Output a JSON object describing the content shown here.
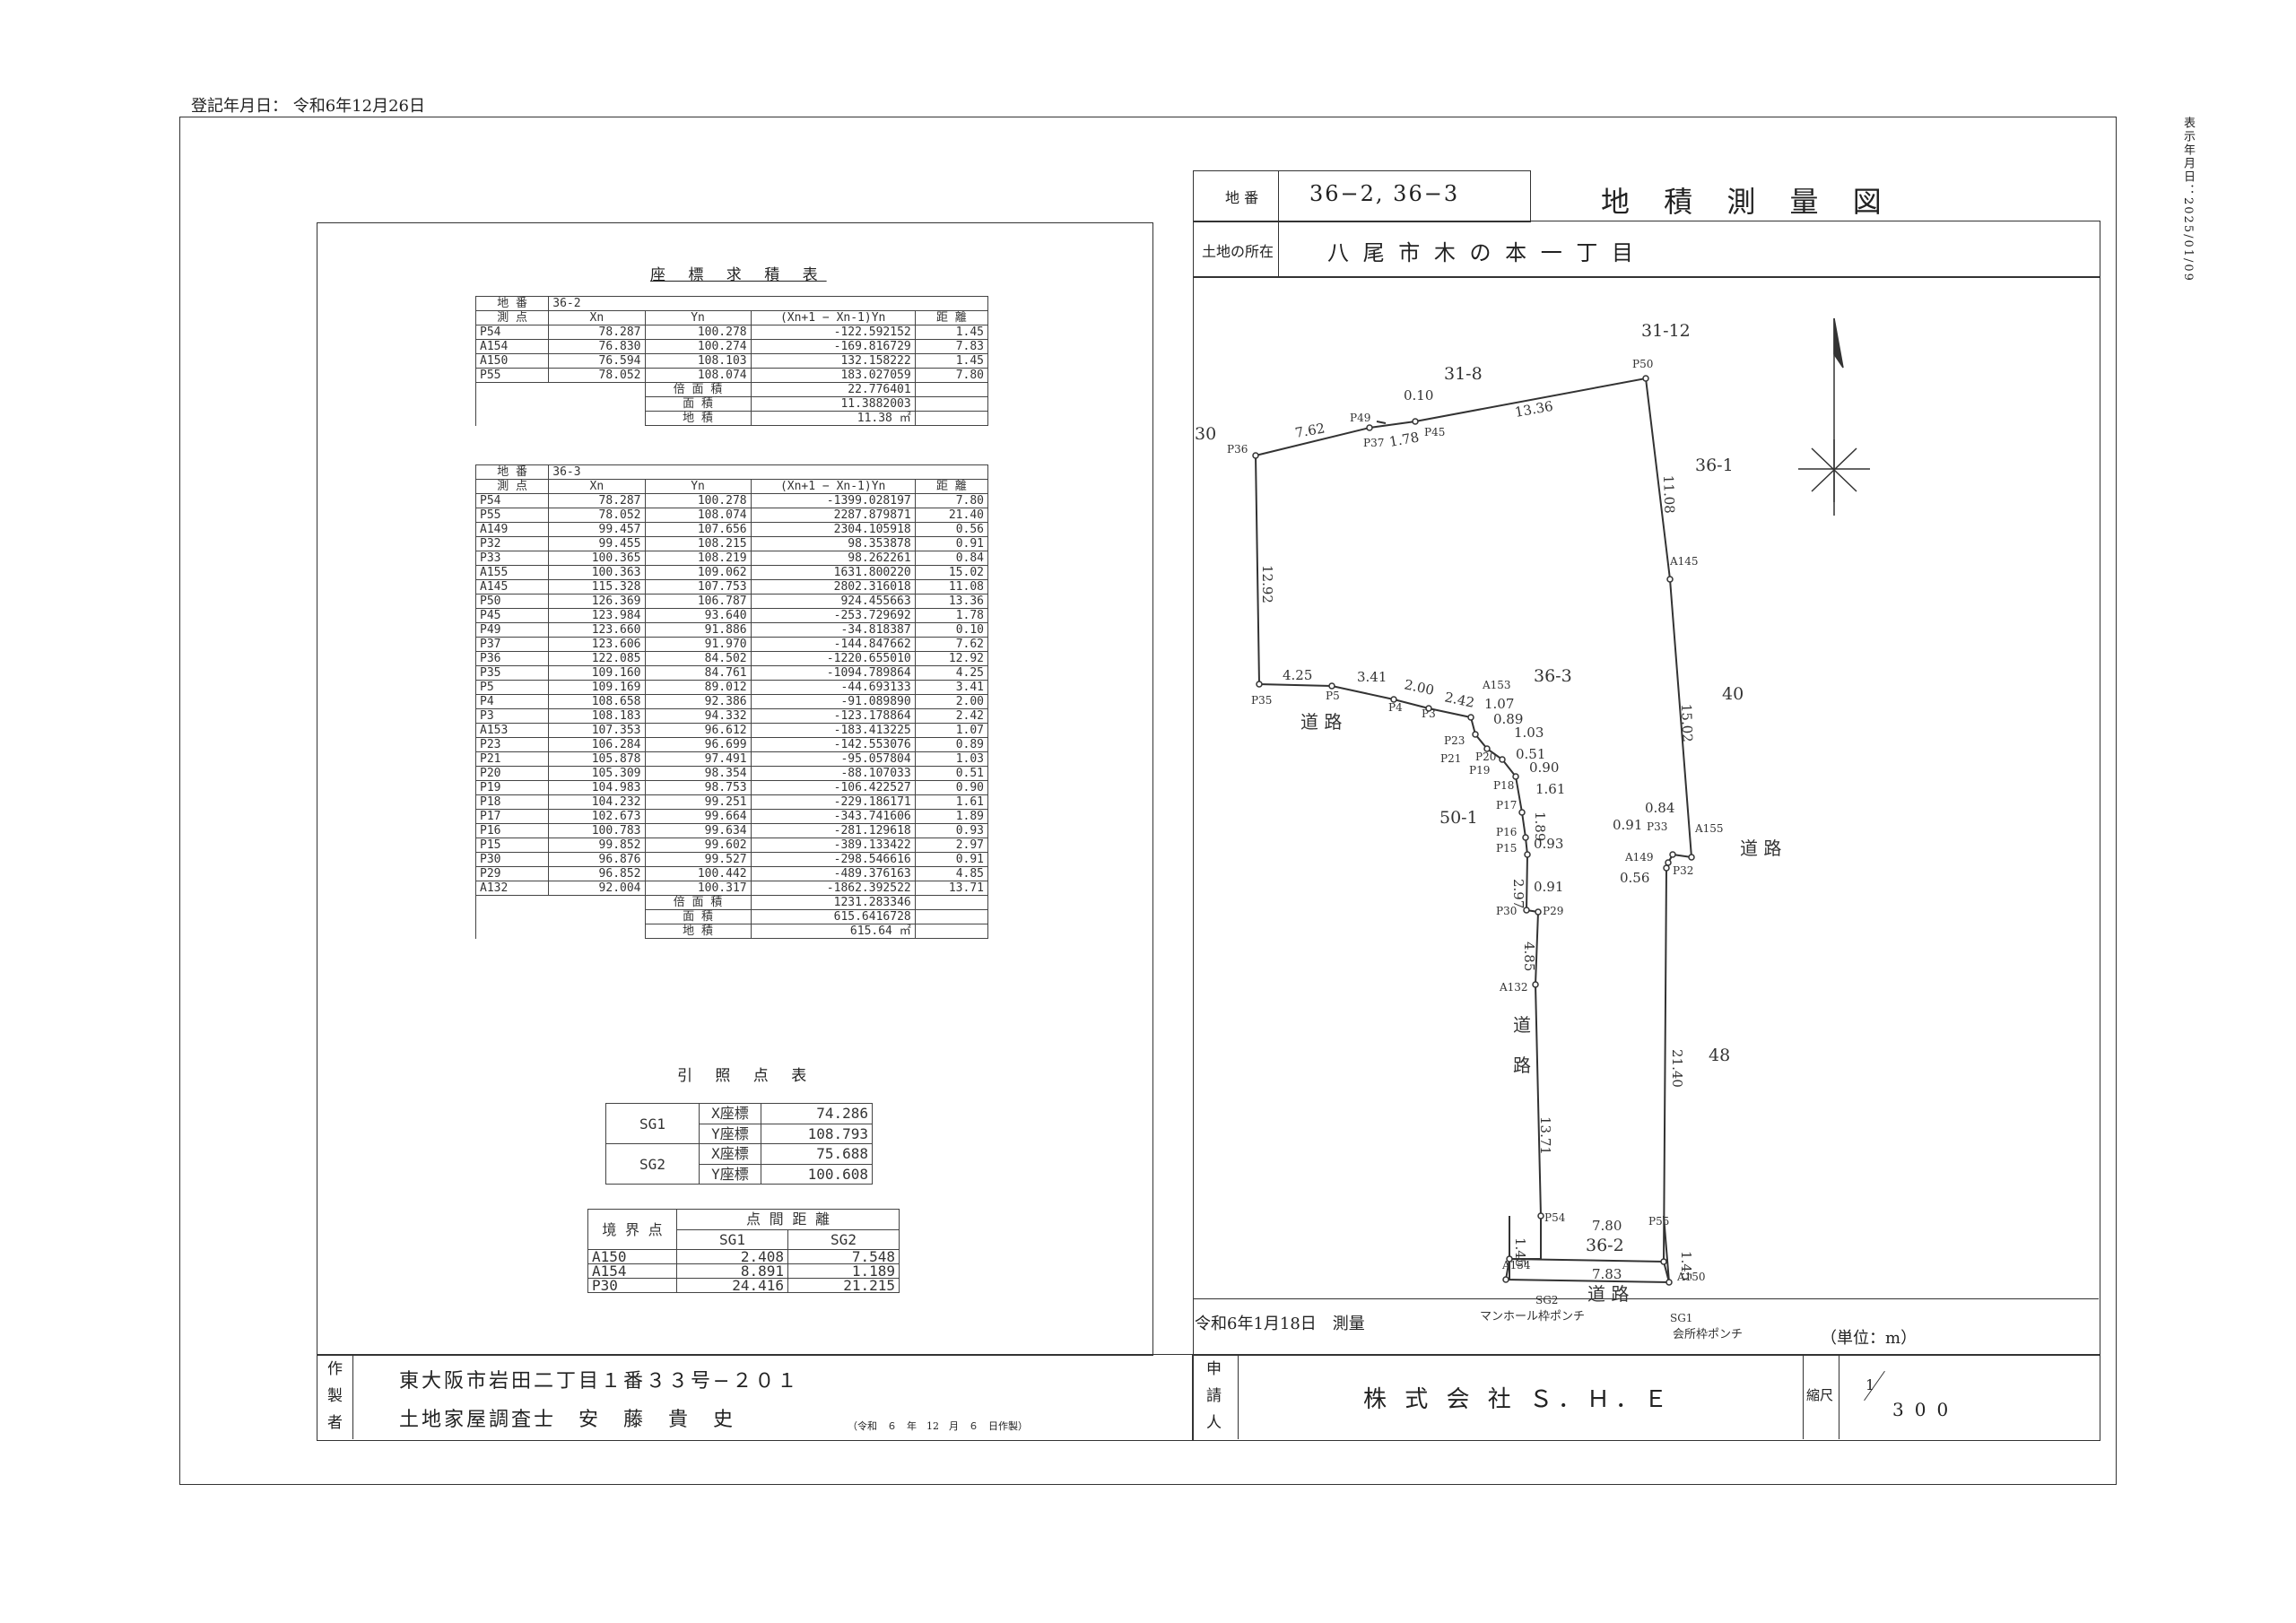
{
  "registration_date": "登記年月日： 令和6年12月26日",
  "print_date": "表示年月日：2025/01/09",
  "header": {
    "chiban_label": "地 番",
    "chiban_value": "36−2, 36−3",
    "title": "地 積 測 量 図",
    "location_label": "土地の所在",
    "location_value": "八 尾 市 木 の 本 一 丁 目"
  },
  "coord_table_title": "座 標 求 積 表",
  "table_36_2": {
    "parcel_label": "地 番",
    "parcel": "36-2",
    "headers": [
      "測 点",
      "Xn",
      "Yn",
      "(Xn+1 − Xn-1)Yn",
      "距 離"
    ],
    "rows": [
      [
        "P54",
        "78.287",
        "100.278",
        "-122.592152",
        "1.45"
      ],
      [
        "A154",
        "76.830",
        "100.274",
        "-169.816729",
        "7.83"
      ],
      [
        "A150",
        "76.594",
        "108.103",
        "132.158222",
        "1.45"
      ],
      [
        "P55",
        "78.052",
        "108.074",
        "183.027059",
        "7.80"
      ]
    ],
    "summary": [
      [
        "倍 面 積",
        "22.776401"
      ],
      [
        "面 積",
        "11.3882003"
      ],
      [
        "地 積",
        "11.38 ㎡"
      ]
    ]
  },
  "table_36_3": {
    "parcel_label": "地 番",
    "parcel": "36-3",
    "headers": [
      "測 点",
      "Xn",
      "Yn",
      "(Xn+1 − Xn-1)Yn",
      "距 離"
    ],
    "rows": [
      [
        "P54",
        "78.287",
        "100.278",
        "-1399.028197",
        "7.80"
      ],
      [
        "P55",
        "78.052",
        "108.074",
        "2287.879871",
        "21.40"
      ],
      [
        "A149",
        "99.457",
        "107.656",
        "2304.105918",
        "0.56"
      ],
      [
        "P32",
        "99.455",
        "108.215",
        "98.353878",
        "0.91"
      ],
      [
        "P33",
        "100.365",
        "108.219",
        "98.262261",
        "0.84"
      ],
      [
        "A155",
        "100.363",
        "109.062",
        "1631.800220",
        "15.02"
      ],
      [
        "A145",
        "115.328",
        "107.753",
        "2802.316018",
        "11.08"
      ],
      [
        "P50",
        "126.369",
        "106.787",
        "924.455663",
        "13.36"
      ],
      [
        "P45",
        "123.984",
        "93.640",
        "-253.729692",
        "1.78"
      ],
      [
        "P49",
        "123.660",
        "91.886",
        "-34.818387",
        "0.10"
      ],
      [
        "P37",
        "123.606",
        "91.970",
        "-144.847662",
        "7.62"
      ],
      [
        "P36",
        "122.085",
        "84.502",
        "-1220.655010",
        "12.92"
      ],
      [
        "P35",
        "109.160",
        "84.761",
        "-1094.789864",
        "4.25"
      ],
      [
        "P5",
        "109.169",
        "89.012",
        "-44.693133",
        "3.41"
      ],
      [
        "P4",
        "108.658",
        "92.386",
        "-91.089890",
        "2.00"
      ],
      [
        "P3",
        "108.183",
        "94.332",
        "-123.178864",
        "2.42"
      ],
      [
        "A153",
        "107.353",
        "96.612",
        "-183.413225",
        "1.07"
      ],
      [
        "P23",
        "106.284",
        "96.699",
        "-142.553076",
        "0.89"
      ],
      [
        "P21",
        "105.878",
        "97.491",
        "-95.057804",
        "1.03"
      ],
      [
        "P20",
        "105.309",
        "98.354",
        "-88.107033",
        "0.51"
      ],
      [
        "P19",
        "104.983",
        "98.753",
        "-106.422527",
        "0.90"
      ],
      [
        "P18",
        "104.232",
        "99.251",
        "-229.186171",
        "1.61"
      ],
      [
        "P17",
        "102.673",
        "99.664",
        "-343.741606",
        "1.89"
      ],
      [
        "P16",
        "100.783",
        "99.634",
        "-281.129618",
        "0.93"
      ],
      [
        "P15",
        "99.852",
        "99.602",
        "-389.133422",
        "2.97"
      ],
      [
        "P30",
        "96.876",
        "99.527",
        "-298.546616",
        "0.91"
      ],
      [
        "P29",
        "96.852",
        "100.442",
        "-489.376163",
        "4.85"
      ],
      [
        "A132",
        "92.004",
        "100.317",
        "-1862.392522",
        "13.71"
      ]
    ],
    "summary": [
      [
        "倍 面 積",
        "1231.283346"
      ],
      [
        "面 積",
        "615.6416728"
      ],
      [
        "地 積",
        "615.64 ㎡"
      ]
    ]
  },
  "ref_title": "引 照 点 表",
  "ref_table": [
    {
      "name": "SG1",
      "x_label": "X座標",
      "x": "74.286",
      "y_label": "Y座標",
      "y": "108.793"
    },
    {
      "name": "SG2",
      "x_label": "X座標",
      "x": "75.688",
      "y_label": "Y座標",
      "y": "100.608"
    }
  ],
  "boundary_table": {
    "h1": "境 界 点",
    "h2": "点 間 距 離",
    "sg1": "SG1",
    "sg2": "SG2",
    "rows": [
      [
        "A150",
        "2.408",
        "7.548"
      ],
      [
        "A154",
        "8.891",
        "1.189"
      ],
      [
        "P30",
        "24.416",
        "21.215"
      ]
    ]
  },
  "survey_date": "令和6年1月18日　測量",
  "unit": "（単位：m）",
  "footer": {
    "author_label": "作製者",
    "address": "東大阪市岩田二丁目１番３３号−２０１",
    "surveyor": "土地家屋調査士　安　藤　貴　史",
    "made_date": "（令和　６　年　12　月　６　日作製）",
    "applicant_label": "申請人",
    "applicant": "株 式 会 社 Ｓ．Ｈ．Ｅ",
    "scale_label": "縮尺",
    "scale_num": "1",
    "scale_den": "300"
  },
  "map": {
    "points": [
      "P36",
      "P37",
      "P49",
      "P45",
      "P50",
      "A145",
      "A155",
      "P33",
      "P32",
      "A149",
      "P55",
      "A150",
      "A154",
      "P54",
      "A132",
      "P29",
      "P30",
      "P15",
      "P16",
      "P17",
      "P18",
      "P19",
      "P20",
      "P21",
      "P23",
      "A153",
      "P3",
      "P4",
      "P5",
      "P35",
      "SG1",
      "SG2"
    ],
    "distances": [
      "7.62",
      "0.10",
      "1.78",
      "13.36",
      "11.08",
      "12.92",
      "15.02",
      "4.25",
      "3.41",
      "2.00",
      "2.42",
      "1.07",
      "0.89",
      "1.03",
      "0.51",
      "0.90",
      "1.61",
      "1.89",
      "0.93",
      "2.97",
      "0.91",
      "4.85",
      "13.71",
      "0.84",
      "0.91",
      "0.56",
      "21.40",
      "7.80",
      "7.83",
      "1.45",
      "1.45"
    ],
    "neighbors": [
      "31-12",
      "31-8",
      "30",
      "36-1",
      "36-3",
      "40",
      "50-1",
      "48",
      "36-2"
    ],
    "roads": [
      "道 路",
      "道 路",
      "道",
      "路",
      "道 路",
      "道 路"
    ],
    "manhole": "マンホール枠ポンチ",
    "meter_box": "会所枠ポンチ"
  }
}
